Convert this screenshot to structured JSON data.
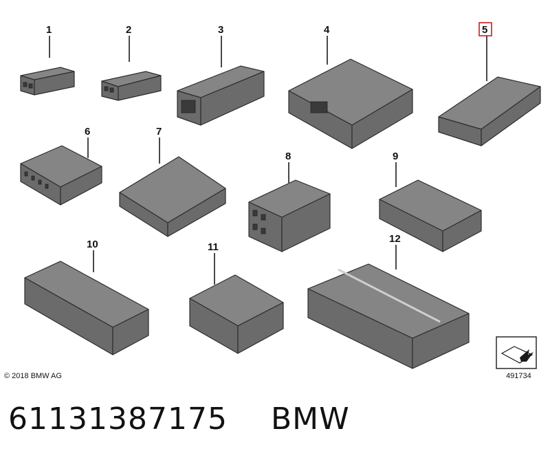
{
  "diagram": {
    "callouts": [
      "1",
      "2",
      "3",
      "4",
      "5",
      "6",
      "7",
      "8",
      "9",
      "10",
      "11",
      "12"
    ],
    "highlighted": "5",
    "highlight_color": "#d01818",
    "part_color": "#6b6b6b"
  },
  "footer": {
    "copyright": "© 2018 BMW AG",
    "reference_number": "491734",
    "part_number": "61131387175",
    "brand": "BMW"
  }
}
